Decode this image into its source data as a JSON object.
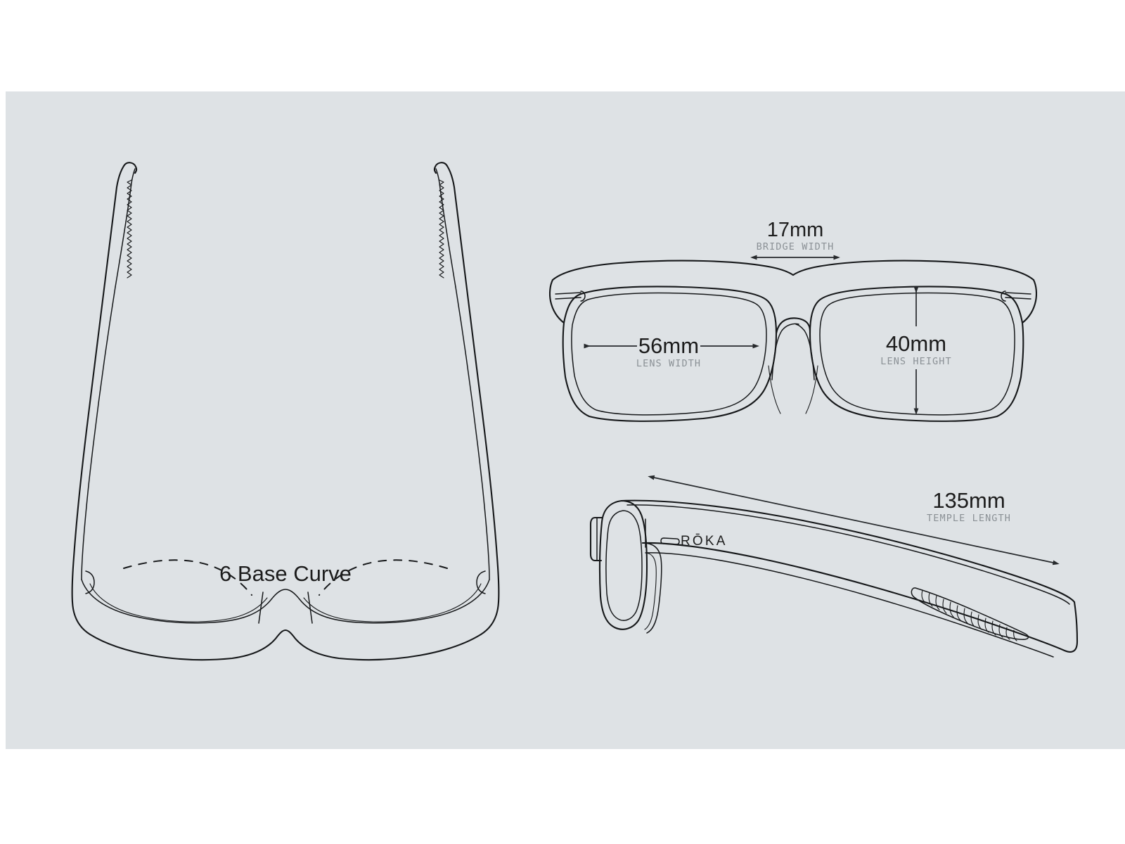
{
  "document": {
    "title": "Eyewear Frame Dimensions Diagram",
    "background_color": "#dee2e5",
    "line_color": "#16181a",
    "caption_color": "#8b9196",
    "value_color": "#1c1c1c"
  },
  "brand": {
    "wordmark": "RŌKA"
  },
  "views": {
    "top_down": {
      "name": "top-down-view",
      "label": "6 Base Curve"
    },
    "front": {
      "name": "front-view"
    },
    "side": {
      "name": "side-view"
    }
  },
  "measurements": [
    {
      "id": "bridge-width",
      "value": "17mm",
      "caption": "BRIDGE WIDTH",
      "orientation": "horizontal"
    },
    {
      "id": "lens-width",
      "value": "56mm",
      "caption": "LENS WIDTH",
      "orientation": "horizontal"
    },
    {
      "id": "lens-height",
      "value": "40mm",
      "caption": "LENS HEIGHT",
      "orientation": "vertical"
    },
    {
      "id": "temple-length",
      "value": "135mm",
      "caption": "TEMPLE LENGTH",
      "orientation": "horizontal"
    }
  ],
  "annotations": {
    "base_curve": "6 Base Curve"
  }
}
